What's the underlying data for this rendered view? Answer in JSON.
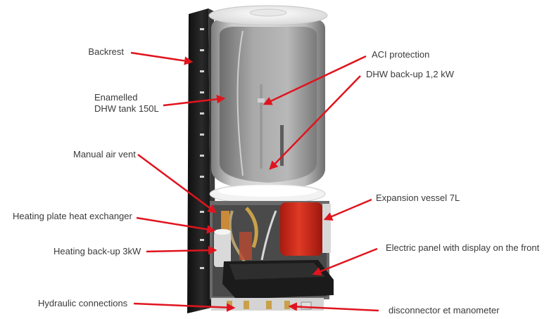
{
  "labels": {
    "backrest": "Backrest",
    "tank_line1": "Enamelled",
    "tank_line2": "DHW tank 150L",
    "air_vent": "Manual air vent",
    "plate_hx": "Heating plate heat exchanger",
    "heating_backup": "Heating back-up 3kW",
    "hydraulic": "Hydraulic connections",
    "aci": "ACI protection",
    "dhw_backup": "DHW back-up 1,2 kW",
    "expansion": "Expansion vessel 7L",
    "panel": "Electric panel with display on the front",
    "disconnector": "disconnector et manometer"
  },
  "colors": {
    "arrow": "#e0141e",
    "text": "#3a3a3a",
    "backrest": "#1e1e1e",
    "tank_shell": "#b9b9b9",
    "tank_inner": "#8d8d8d",
    "expansion_vessel": "#d42a1a",
    "panel": "#1b1b1b"
  }
}
